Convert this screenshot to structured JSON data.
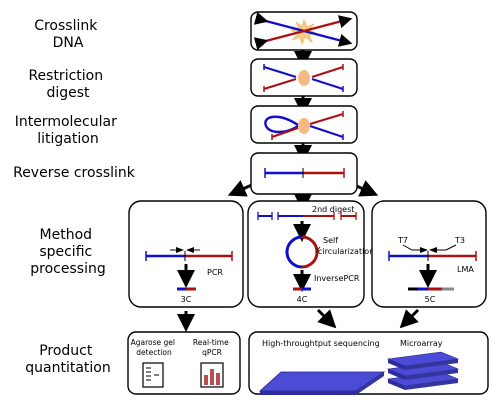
{
  "stages": {
    "crosslink": [
      "Crosslink",
      "DNA"
    ],
    "digest": [
      "Restriction",
      "digest"
    ],
    "ligation": [
      "Intermolecular",
      "litigation"
    ],
    "reverse": "Reverse crosslink",
    "method": [
      "Method",
      "specific",
      "processing"
    ],
    "quant": [
      "Product",
      "quantitation"
    ]
  },
  "methods": {
    "c3": {
      "label": "3C",
      "step": "PCR"
    },
    "c4": {
      "label": "4C",
      "digest": "2nd digest",
      "circ": [
        "Self",
        "circularization"
      ],
      "pcr": "InversePCR"
    },
    "c5": {
      "label": "5C",
      "t7": "T7",
      "t3": "T3",
      "lma": "LMA"
    }
  },
  "quantitation": {
    "gel": [
      "Agarose gel",
      "detection"
    ],
    "qpcr": [
      "Real-time",
      "qPCR"
    ],
    "hts": "High-throughtput sequencing",
    "array": "Microarray"
  },
  "colors": {
    "blue": "#1010cc",
    "red": "#aa1111",
    "plate": "#4b4bd6",
    "glow": "#f6cc86"
  }
}
